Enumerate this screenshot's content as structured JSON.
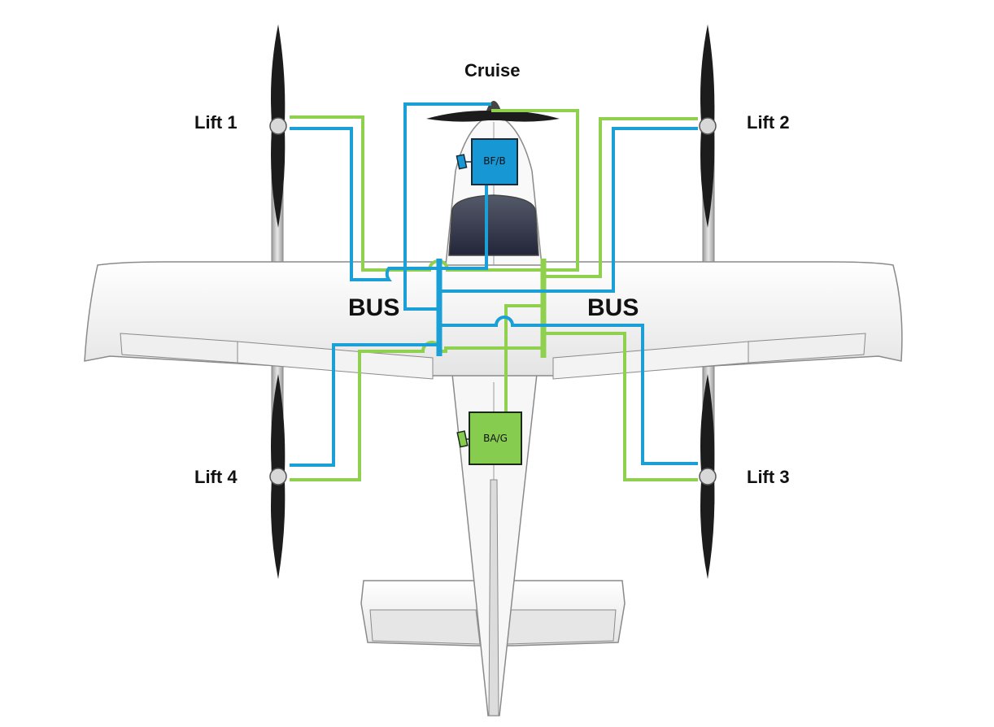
{
  "labels": {
    "cruise": "Cruise",
    "lift1": "Lift 1",
    "lift2": "Lift 2",
    "lift3": "Lift 3",
    "lift4": "Lift 4",
    "bus_left": "BUS",
    "bus_right": "BUS"
  },
  "boxes": {
    "front": "BF/B",
    "aft": "BA/G"
  },
  "colors": {
    "blue_wire": "#1a9fd6",
    "green_wire": "#8fd14f",
    "box_blue": "#1797d4",
    "box_green": "#86cc4f",
    "propeller": "#1c1c1c",
    "airframe_outline": "#8a8a8a"
  }
}
